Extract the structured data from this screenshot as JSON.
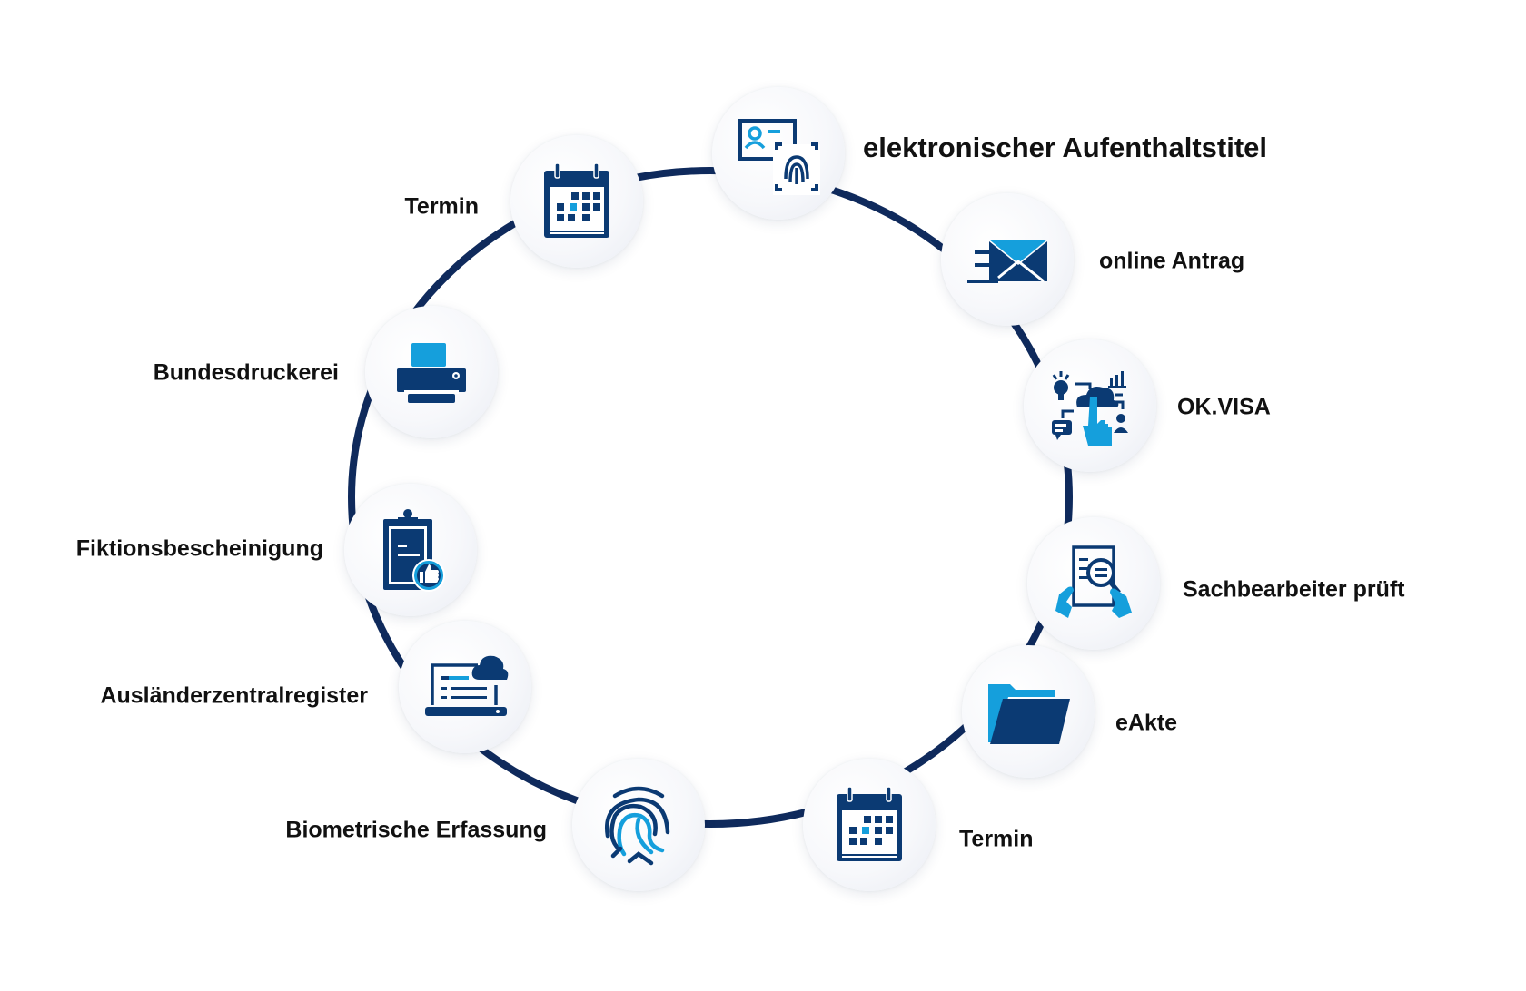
{
  "diagram": {
    "type": "cycle",
    "colors": {
      "navy": "#0b3a73",
      "light_blue": "#159fdc",
      "ring": "#0f2a5c",
      "text": "#111111"
    },
    "steps": [
      {
        "id": "eat",
        "label": "elektronischer Aufenthaltstitel",
        "icon": "id-card-fingerprint-icon"
      },
      {
        "id": "online-antrag",
        "label": "online Antrag",
        "icon": "envelope-icon"
      },
      {
        "id": "okvisa",
        "label": "OK.VISA",
        "icon": "cloud-touch-icon"
      },
      {
        "id": "sachbearbeiter",
        "label": "Sachbearbeiter prüft",
        "icon": "document-inspect-icon"
      },
      {
        "id": "eakte",
        "label": "eAkte",
        "icon": "folder-icon"
      },
      {
        "id": "termin-2",
        "label": "Termin",
        "icon": "calendar-icon"
      },
      {
        "id": "biometrie",
        "label": "Biometrische Erfassung",
        "icon": "fingerprint-icon"
      },
      {
        "id": "azr",
        "label": "Ausländerzentralregister",
        "icon": "laptop-cloud-icon"
      },
      {
        "id": "fiktion",
        "label": "Fiktionsbescheinigung",
        "icon": "clipboard-thumbs-up-icon"
      },
      {
        "id": "bundesdruckerei",
        "label": "Bundesdruckerei",
        "icon": "printer-icon"
      },
      {
        "id": "termin-1",
        "label": "Termin",
        "icon": "calendar-icon"
      }
    ]
  }
}
